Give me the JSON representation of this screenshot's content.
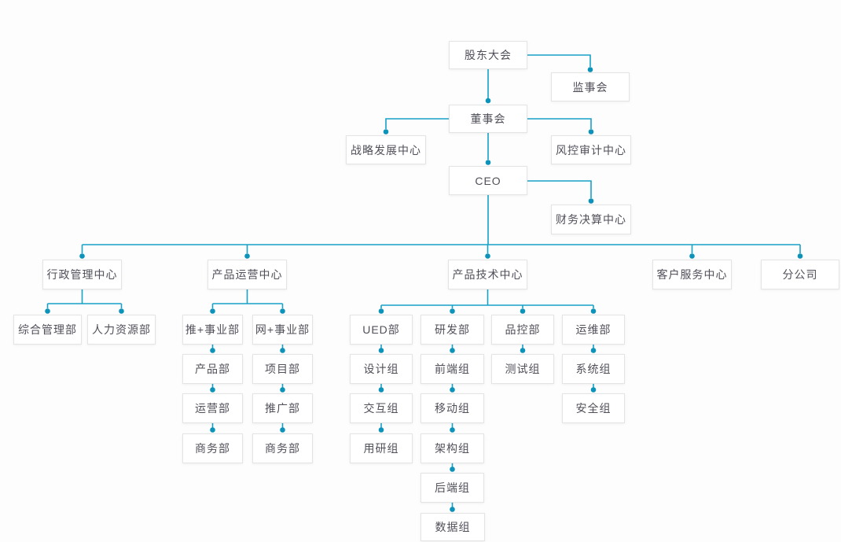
{
  "diagram_type": "organization-chart",
  "colors": {
    "connector_line": "#17a2c8",
    "connector_dot": "#0d93ba",
    "node_border": "#e4e4e4",
    "node_background": "#ffffff",
    "node_text": "#50505a",
    "background": "#fdfdfd"
  },
  "nodes": {
    "shareholders_meeting": {
      "label": "股东大会"
    },
    "supervisory_board": {
      "label": "监事会"
    },
    "board_of_directors": {
      "label": "董事会"
    },
    "strategic_development_center": {
      "label": "战略发展中心"
    },
    "risk_audit_center": {
      "label": "风控审计中心"
    },
    "ceo": {
      "label": "CEO"
    },
    "financial_settlement_center": {
      "label": "财务决算中心"
    },
    "admin_management_center": {
      "label": "行政管理中心"
    },
    "product_operations_center": {
      "label": "产品运营中心"
    },
    "product_technology_center": {
      "label": "产品技术中心"
    },
    "customer_service_center": {
      "label": "客户服务中心"
    },
    "branch_company": {
      "label": "分公司"
    },
    "general_management_dept": {
      "label": "综合管理部"
    },
    "human_resources_dept": {
      "label": "人力资源部"
    },
    "tui_business_unit": {
      "label": "推+事业部"
    },
    "wang_business_unit": {
      "label": "网+事业部"
    },
    "product_dept": {
      "label": "产品部"
    },
    "project_dept": {
      "label": "项目部"
    },
    "operations_dept": {
      "label": "运营部"
    },
    "promotion_dept": {
      "label": "推广部"
    },
    "business_dept_tui": {
      "label": "商务部"
    },
    "business_dept_wang": {
      "label": "商务部"
    },
    "ued_dept": {
      "label": "UED部"
    },
    "rd_dept": {
      "label": "研发部"
    },
    "qc_dept": {
      "label": "品控部"
    },
    "ops_dept": {
      "label": "运维部"
    },
    "design_group": {
      "label": "设计组"
    },
    "frontend_group": {
      "label": "前端组"
    },
    "testing_group": {
      "label": "测试组"
    },
    "system_group": {
      "label": "系统组"
    },
    "interaction_group": {
      "label": "交互组"
    },
    "mobile_group": {
      "label": "移动组"
    },
    "security_group": {
      "label": "安全组"
    },
    "user_research_group": {
      "label": "用研组"
    },
    "architecture_group": {
      "label": "架构组"
    },
    "backend_group": {
      "label": "后端组"
    },
    "data_group": {
      "label": "数据组"
    }
  },
  "hierarchy": [
    {
      "parent": "shareholders_meeting",
      "children": [
        "supervisory_board",
        "board_of_directors"
      ]
    },
    {
      "parent": "board_of_directors",
      "children": [
        "strategic_development_center",
        "risk_audit_center",
        "ceo"
      ]
    },
    {
      "parent": "ceo",
      "children": [
        "financial_settlement_center",
        "admin_management_center",
        "product_operations_center",
        "product_technology_center",
        "customer_service_center",
        "branch_company"
      ]
    },
    {
      "parent": "admin_management_center",
      "children": [
        "general_management_dept",
        "human_resources_dept"
      ]
    },
    {
      "parent": "product_operations_center",
      "children": [
        "tui_business_unit",
        "wang_business_unit"
      ]
    },
    {
      "parent": "tui_business_unit",
      "children": [
        "product_dept"
      ]
    },
    {
      "parent": "product_dept",
      "children": [
        "operations_dept"
      ]
    },
    {
      "parent": "operations_dept",
      "children": [
        "business_dept_tui"
      ]
    },
    {
      "parent": "wang_business_unit",
      "children": [
        "project_dept"
      ]
    },
    {
      "parent": "project_dept",
      "children": [
        "promotion_dept"
      ]
    },
    {
      "parent": "promotion_dept",
      "children": [
        "business_dept_wang"
      ]
    },
    {
      "parent": "product_technology_center",
      "children": [
        "ued_dept",
        "rd_dept",
        "qc_dept",
        "ops_dept"
      ]
    },
    {
      "parent": "ued_dept",
      "children": [
        "design_group"
      ]
    },
    {
      "parent": "design_group",
      "children": [
        "interaction_group"
      ]
    },
    {
      "parent": "interaction_group",
      "children": [
        "user_research_group"
      ]
    },
    {
      "parent": "rd_dept",
      "children": [
        "frontend_group"
      ]
    },
    {
      "parent": "frontend_group",
      "children": [
        "mobile_group"
      ]
    },
    {
      "parent": "mobile_group",
      "children": [
        "architecture_group"
      ]
    },
    {
      "parent": "architecture_group",
      "children": [
        "backend_group"
      ]
    },
    {
      "parent": "backend_group",
      "children": [
        "data_group"
      ]
    },
    {
      "parent": "qc_dept",
      "children": [
        "testing_group"
      ]
    },
    {
      "parent": "ops_dept",
      "children": [
        "system_group"
      ]
    },
    {
      "parent": "system_group",
      "children": [
        "security_group"
      ]
    }
  ]
}
